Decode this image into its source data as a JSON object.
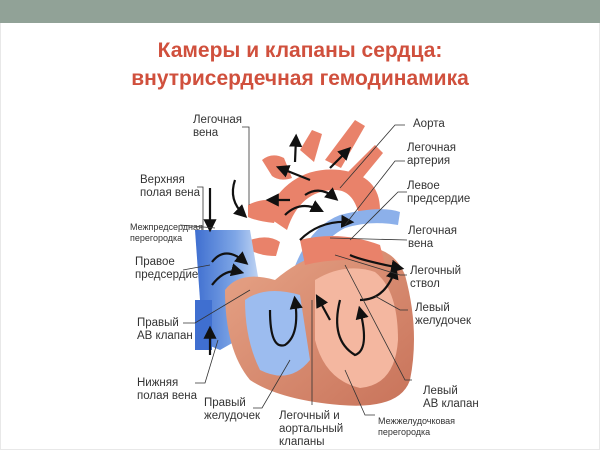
{
  "slide": {
    "title_line1": "Камеры и клапаны сердца:",
    "title_line2": "внутрисердечная гемодинамика",
    "colors": {
      "topbar": "#91a297",
      "title": "#d0503d",
      "oxygenated": "#e9826a",
      "deoxygenated": "#4f7fd6",
      "muscle": "#d9957a",
      "arrows": "#111111"
    }
  },
  "labels": {
    "pulmonary_vein_top": "Легочная\nвена",
    "superior_vena_cava": "Верхняя\nполая вена",
    "interatrial_septum": "Межпредсердная\nперегородка",
    "right_atrium": "Правое\nпредсердие",
    "right_av_valve": "Правый\nАВ клапан",
    "inferior_vena_cava": "Нижняя\nполая вена",
    "right_ventricle": "Правый\nжелудочек",
    "pulmonary_aortic_valves": "Легочный и\nаортальный\nклапаны",
    "interventricular_septum": "Межжелудочковая\nперегородка",
    "left_av_valve": "Левый\nАВ клапан",
    "left_ventricle": "Левый\nжелудочек",
    "pulmonary_trunk": "Легочный\nствол",
    "pulmonary_vein_right": "Легочная\nвена",
    "left_atrium": "Левое\nпредсердие",
    "pulmonary_artery": "Легочная\nартерия",
    "aorta": "Аорта"
  }
}
